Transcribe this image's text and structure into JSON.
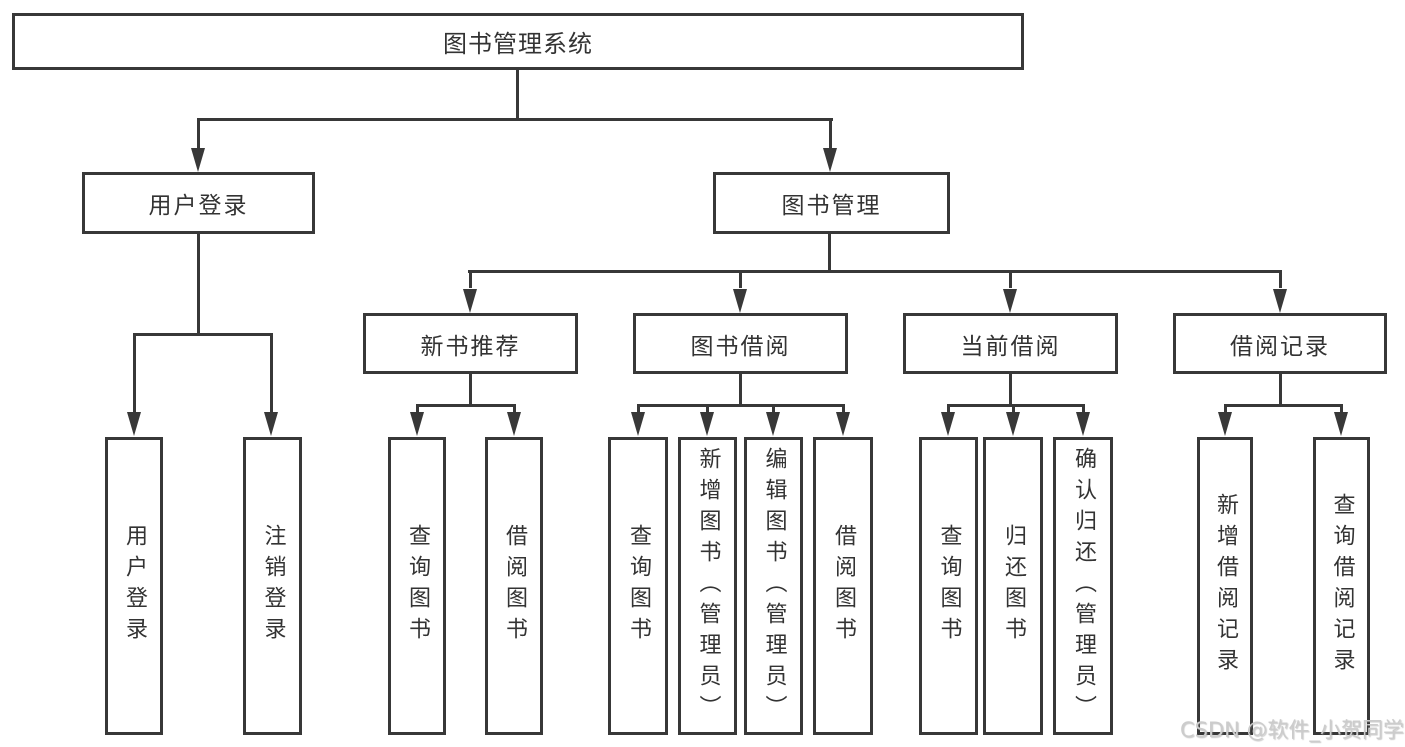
{
  "colors": {
    "line": "#383838",
    "box_border": "#383838",
    "box_fill": "#ffffff",
    "text": "#333333",
    "background": "#ffffff",
    "watermark_text": "#cccccc"
  },
  "watermark": {
    "text": "CSDN @软件_小贺同学"
  },
  "diagram": {
    "type": "tree",
    "root": {
      "label": "图书管理系统"
    },
    "branches": [
      {
        "label": "用户登录",
        "children": [
          {
            "label": "用户登录"
          },
          {
            "label": "注销登录"
          }
        ]
      },
      {
        "label": "图书管理",
        "children": [
          {
            "label": "新书推荐",
            "children": [
              {
                "label": "查询图书"
              },
              {
                "label": "借阅图书"
              }
            ]
          },
          {
            "label": "图书借阅",
            "children": [
              {
                "label": "查询图书"
              },
              {
                "label": "新增图书（管理员）"
              },
              {
                "label": "编辑图书（管理员）"
              },
              {
                "label": "借阅图书"
              }
            ]
          },
          {
            "label": "当前借阅",
            "children": [
              {
                "label": "查询图书"
              },
              {
                "label": "归还图书"
              },
              {
                "label": "确认归还（管理员）"
              }
            ]
          },
          {
            "label": "借阅记录",
            "children": [
              {
                "label": "新增借阅记录"
              },
              {
                "label": "查询借阅记录"
              }
            ]
          }
        ]
      }
    ]
  }
}
